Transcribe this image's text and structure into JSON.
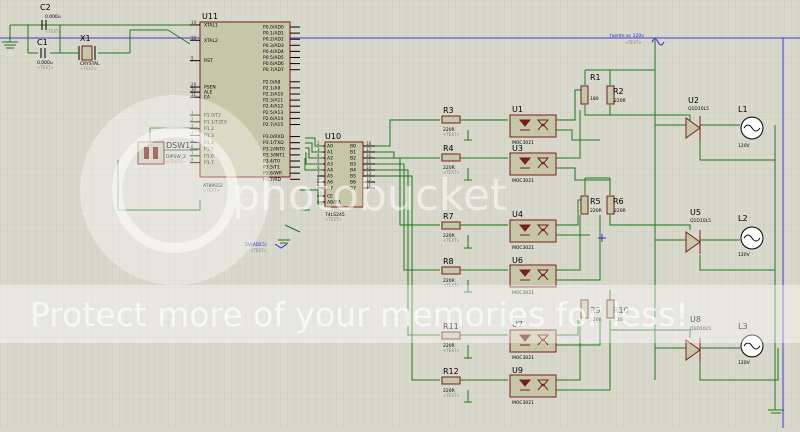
{
  "schematic": {
    "grid_color": "#c2c1b4",
    "background_color": "#d9d8cd",
    "placeholder_text": "<TEXT>",
    "components": {
      "c2": {
        "ref": "C2",
        "value": "0.000u"
      },
      "c1": {
        "ref": "C1",
        "value": "0.000u"
      },
      "x1": {
        "ref": "X1",
        "value": "CRYSTAL"
      },
      "u11": {
        "ref": "U11",
        "part": "AT89S52",
        "left_pins": [
          "XTAL1",
          "XTAL2",
          "RST",
          "PSEN",
          "ALE",
          "EA",
          "P1.0/T2",
          "P1.1/T2EX",
          "P1.2",
          "P1.3",
          "P1.4",
          "P1.5",
          "P1.6",
          "P1.7"
        ],
        "right_pins": [
          "P0.0/AD0",
          "P0.1/AD1",
          "P0.2/AD2",
          "P0.3/AD3",
          "P0.4/AD4",
          "P0.5/AD5",
          "P0.6/AD6",
          "P0.7/AD7",
          "P2.0/A8",
          "P2.1/A9",
          "P2.2/A10",
          "P2.3/A11",
          "P2.4/A12",
          "P2.5/A13",
          "P2.6/A14",
          "P2.7/A15",
          "P3.0/RXD",
          "P3.1/TXD",
          "P3.2/INT0",
          "P3.3/INT1",
          "P3.4/T0",
          "P3.5/T1",
          "P3.6/WR",
          "P3.7/RD"
        ],
        "pin_numbers_left": [
          "19",
          "18",
          "9",
          "29",
          "30",
          "31",
          "1",
          "2",
          "3",
          "4",
          "5",
          "6",
          "7",
          "8"
        ]
      },
      "dsw1": {
        "ref": "DSW1",
        "value": "DIPSW_2"
      },
      "u10": {
        "ref": "U10",
        "part": "74LS245",
        "left_pins": [
          "A0",
          "A1",
          "A2",
          "A3",
          "A4",
          "A5",
          "A6",
          "A7",
          "CE",
          "AB/BA"
        ],
        "right_pins": [
          "B0",
          "B1",
          "B2",
          "B3",
          "B4",
          "B5",
          "B6",
          "B7"
        ],
        "left_nums": [
          "2",
          "3",
          "4",
          "5",
          "6",
          "7",
          "8",
          "9",
          "19",
          "1"
        ],
        "right_nums": [
          "18",
          "17",
          "16",
          "15",
          "14",
          "13",
          "12",
          "11"
        ]
      },
      "r3": {
        "ref": "R3",
        "value": "220R"
      },
      "r4": {
        "ref": "R4",
        "value": "220R"
      },
      "r7": {
        "ref": "R7",
        "value": "220R"
      },
      "r8": {
        "ref": "R8",
        "value": "220R"
      },
      "r11": {
        "ref": "R11",
        "value": "220R"
      },
      "r12": {
        "ref": "R12",
        "value": "220R"
      },
      "u1": {
        "ref": "U1",
        "value": "MOC3021"
      },
      "u3": {
        "ref": "U3",
        "value": "MOC3021"
      },
      "u4": {
        "ref": "U4",
        "value": "MOC3021"
      },
      "u6": {
        "ref": "U6",
        "value": "MOC3021"
      },
      "u7": {
        "ref": "U7",
        "value": "MOC3021"
      },
      "u9": {
        "ref": "U9",
        "value": "MOC3021"
      },
      "r1": {
        "ref": "R1",
        "value": "180"
      },
      "r2": {
        "ref": "R2",
        "value": "220R"
      },
      "r5": {
        "ref": "R5",
        "value": "220R"
      },
      "r6": {
        "ref": "R6",
        "value": "220R"
      },
      "r9": {
        "ref": "R9",
        "value": "220R"
      },
      "r10": {
        "ref": "R10",
        "value": "220R"
      },
      "u2": {
        "ref": "U2",
        "value": "Q1D10L5"
      },
      "u5": {
        "ref": "U5",
        "value": "Q1D10L5"
      },
      "u8": {
        "ref": "U8",
        "value": "Q1D10L5"
      },
      "l1": {
        "ref": "L1",
        "value": "120V"
      },
      "l2": {
        "ref": "L2",
        "value": "120V"
      },
      "l3": {
        "ref": "L3",
        "value": "120V"
      }
    },
    "sources": {
      "ac": "fuente ac 120v",
      "vdc": "5V(ADE5)"
    },
    "watermark": {
      "line1": "photobucket",
      "line2": "Protect more of your memories for less!"
    }
  }
}
